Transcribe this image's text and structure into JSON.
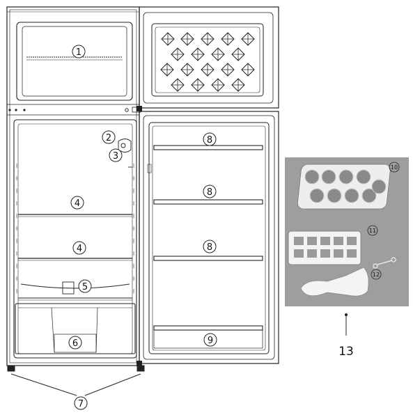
{
  "callouts": {
    "c1": "1",
    "c2": "2",
    "c3": "3",
    "c4a": "4",
    "c4b": "4",
    "c5": "5",
    "c6": "6",
    "c7": "7",
    "c8a": "8",
    "c8b": "8",
    "c8c": "8",
    "c9": "9",
    "c10": "10",
    "c11": "11",
    "c12": "12"
  },
  "accessories": {
    "label": "13",
    "items": [
      "egg-tray",
      "ice-cube-tray",
      "ice-scraper"
    ]
  },
  "colors": {
    "line": "#222222",
    "accessory_panel": "#9e9e9e",
    "accessory_item": "#f3f3f3"
  }
}
